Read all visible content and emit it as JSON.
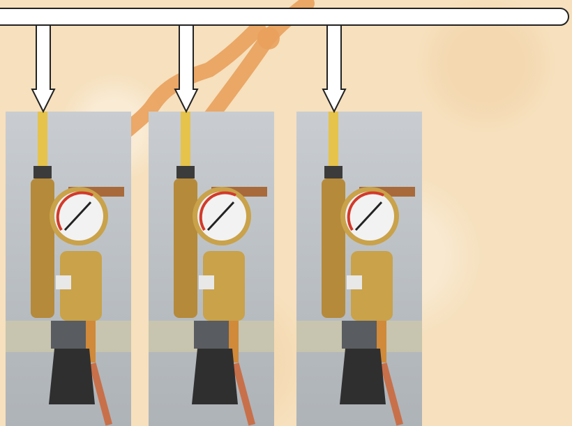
{
  "diagram": {
    "header_bar": {},
    "arrows": [
      {
        "direction": "down"
      },
      {
        "direction": "down"
      },
      {
        "direction": "down"
      }
    ],
    "panels": [
      {
        "image": "pressure-regulator-with-gauge"
      },
      {
        "image": "pressure-regulator-with-gauge"
      },
      {
        "image": "pressure-regulator-with-gauge"
      }
    ]
  },
  "colors": {
    "background": "#f6e0bd",
    "watermark": "#e9a15c",
    "panel": "#c4c8cc",
    "brass": "#c9a24a",
    "hose": "#c8704a",
    "gauge_red": "#d23a2a"
  }
}
